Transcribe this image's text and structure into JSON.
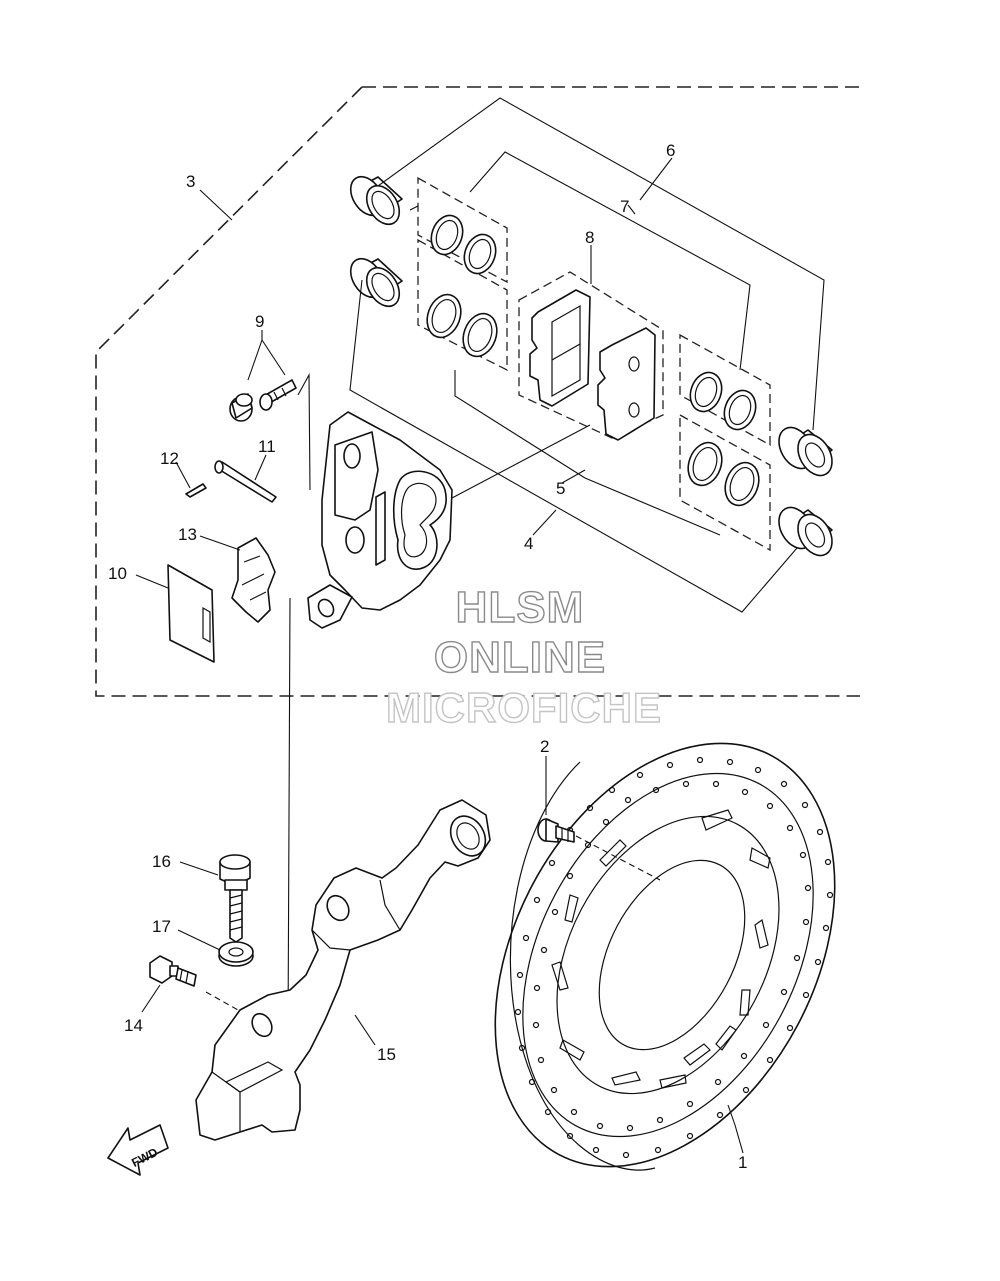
{
  "watermark": {
    "line1": "HLSM",
    "line2": "ONLINE",
    "line3": "MICROFICHE"
  },
  "direction_label": "FWD",
  "callouts": [
    {
      "id": "c1",
      "label": "1"
    },
    {
      "id": "c2",
      "label": "2"
    },
    {
      "id": "c3",
      "label": "3"
    },
    {
      "id": "c4",
      "label": "4"
    },
    {
      "id": "c5",
      "label": "5"
    },
    {
      "id": "c6",
      "label": "6"
    },
    {
      "id": "c7",
      "label": "7"
    },
    {
      "id": "c8",
      "label": "8"
    },
    {
      "id": "c9",
      "label": "9"
    },
    {
      "id": "c10",
      "label": "10"
    },
    {
      "id": "c11",
      "label": "11"
    },
    {
      "id": "c12",
      "label": "12"
    },
    {
      "id": "c13",
      "label": "13"
    },
    {
      "id": "c14",
      "label": "14"
    },
    {
      "id": "c15",
      "label": "15"
    },
    {
      "id": "c16",
      "label": "16"
    },
    {
      "id": "c17",
      "label": "17"
    }
  ]
}
